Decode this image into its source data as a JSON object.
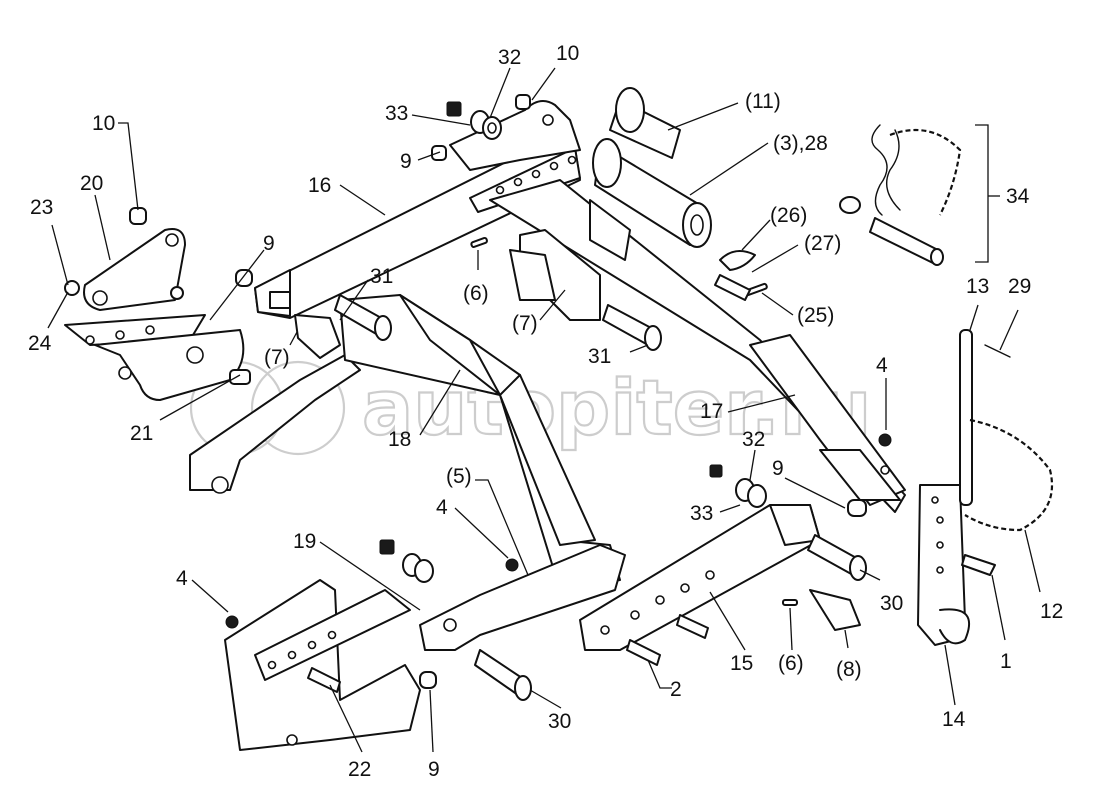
{
  "diagram": {
    "title": "Parts assembly diagram",
    "watermark": "autopiter.ru",
    "callouts": [
      {
        "id": "c-32-top",
        "text": "32"
      },
      {
        "id": "c-10-top",
        "text": "10"
      },
      {
        "id": "c-11",
        "text": "(11)"
      },
      {
        "id": "c-33-top",
        "text": "33"
      },
      {
        "id": "c-9-top",
        "text": "9"
      },
      {
        "id": "c-3-28",
        "text": "(3),28"
      },
      {
        "id": "c-34",
        "text": "34"
      },
      {
        "id": "c-10-left",
        "text": "10"
      },
      {
        "id": "c-20",
        "text": "20"
      },
      {
        "id": "c-23",
        "text": "23"
      },
      {
        "id": "c-16",
        "text": "16"
      },
      {
        "id": "c-26",
        "text": "(26)"
      },
      {
        "id": "c-27",
        "text": "(27)"
      },
      {
        "id": "c-9-left",
        "text": "9"
      },
      {
        "id": "c-6-top",
        "text": "(6)"
      },
      {
        "id": "c-25",
        "text": "(25)"
      },
      {
        "id": "c-31-left",
        "text": "31"
      },
      {
        "id": "c-13",
        "text": "13"
      },
      {
        "id": "c-29",
        "text": "29"
      },
      {
        "id": "c-24",
        "text": "24"
      },
      {
        "id": "c-7-left",
        "text": "(7)"
      },
      {
        "id": "c-7-mid",
        "text": "(7)"
      },
      {
        "id": "c-31-mid",
        "text": "31"
      },
      {
        "id": "c-4-right",
        "text": "4"
      },
      {
        "id": "c-17",
        "text": "17"
      },
      {
        "id": "c-21",
        "text": "21"
      },
      {
        "id": "c-18",
        "text": "18"
      },
      {
        "id": "c-32-right",
        "text": "32"
      },
      {
        "id": "c-9-right",
        "text": "9"
      },
      {
        "id": "c-5",
        "text": "(5)"
      },
      {
        "id": "c-4-mid",
        "text": "4"
      },
      {
        "id": "c-33-right",
        "text": "33"
      },
      {
        "id": "c-19",
        "text": "19"
      },
      {
        "id": "c-4-left",
        "text": "4"
      },
      {
        "id": "c-30-right",
        "text": "30"
      },
      {
        "id": "c-12",
        "text": "12"
      },
      {
        "id": "c-15",
        "text": "15"
      },
      {
        "id": "c-6-bottom",
        "text": "(6)"
      },
      {
        "id": "c-1",
        "text": "1"
      },
      {
        "id": "c-2",
        "text": "2"
      },
      {
        "id": "c-8",
        "text": "(8)"
      },
      {
        "id": "c-30-bottom",
        "text": "30"
      },
      {
        "id": "c-14",
        "text": "14"
      },
      {
        "id": "c-22",
        "text": "22"
      },
      {
        "id": "c-9-bottom",
        "text": "9"
      }
    ]
  }
}
